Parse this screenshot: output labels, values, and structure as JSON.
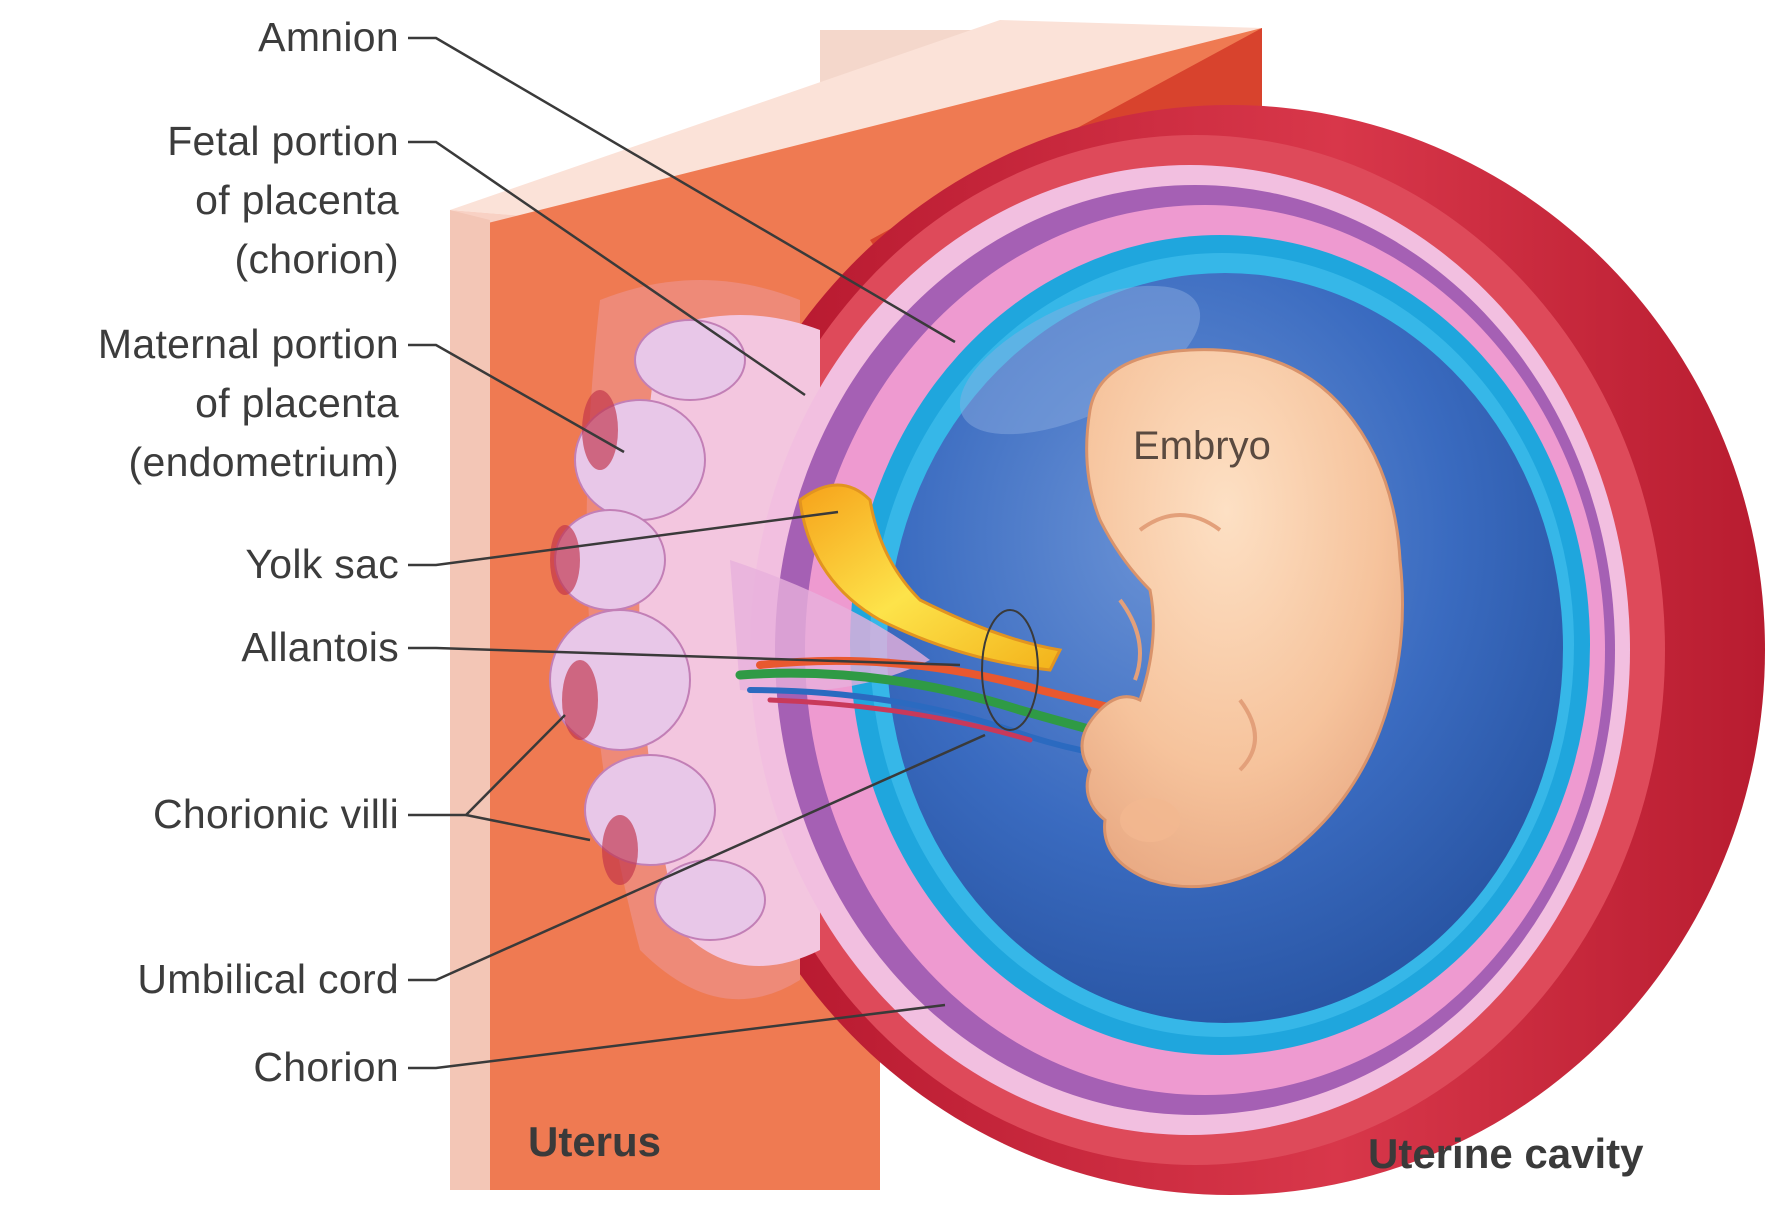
{
  "labels": {
    "amnion": "Amnion",
    "fetal_portion": [
      "Fetal portion",
      "of placenta",
      "(chorion)"
    ],
    "maternal_portion": [
      "Maternal portion",
      "of placenta",
      "(endometrium)"
    ],
    "yolk_sac": "Yolk sac",
    "allantois": "Allantois",
    "chorionic_villi": "Chorionic villi",
    "umbilical_cord": "Umbilical cord",
    "chorion": "Chorion",
    "embryo": "Embryo",
    "uterus": "Uterus",
    "uterine_cavity": "Uterine cavity"
  },
  "colors": {
    "uterus_wall": "#ef7a52",
    "uterus_dark": "#d94a30",
    "uterine_lining_outer": "#c8283c",
    "chorion_pink": "#f3c6df",
    "amniotic_blue": "#2f62b8",
    "amnion_cyan": "#1fa6dd",
    "yolk_sac": "#f6c21a",
    "allantois_green": "#2f9a45",
    "embryo_skin": "#f7c9a4",
    "leader_line": "#3a3a3a"
  }
}
